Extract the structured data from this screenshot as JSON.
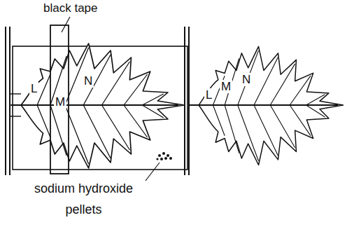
{
  "diagram": {
    "labels": [
      "black tape",
      "sodium hydroxide pellets",
      "L",
      "M",
      "N",
      "L",
      "M",
      "N"
    ]
  }
}
